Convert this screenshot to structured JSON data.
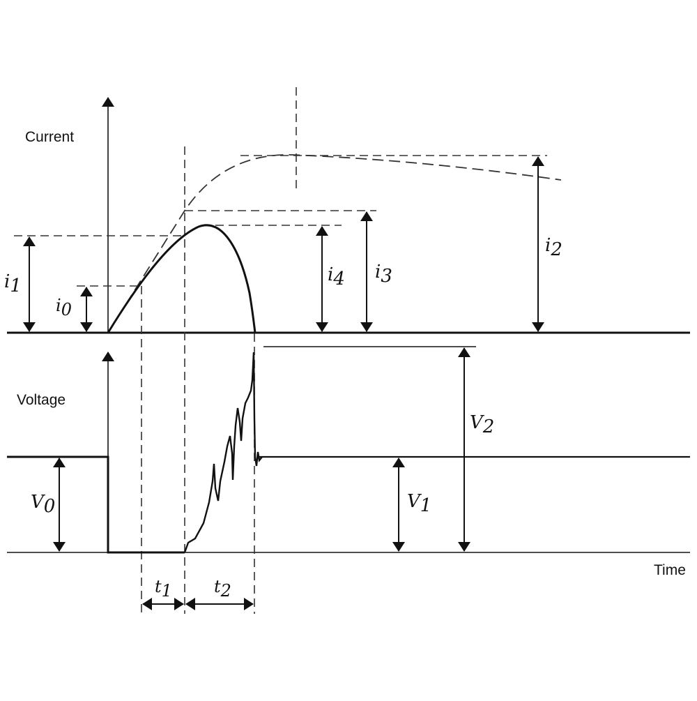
{
  "labels": {
    "current": "Current",
    "voltage": "Voltage",
    "time": "Time"
  },
  "symbols": {
    "i1": {
      "base": "i",
      "sub": "1"
    },
    "i0": {
      "base": "i",
      "sub": "0"
    },
    "i4": {
      "base": "i",
      "sub": "4"
    },
    "i3": {
      "base": "i",
      "sub": "3"
    },
    "i2": {
      "base": "i",
      "sub": "2"
    },
    "v0": {
      "base": "V",
      "sub": "0"
    },
    "v1": {
      "base": "V",
      "sub": "1"
    },
    "v2": {
      "base": "V",
      "sub": "2"
    },
    "t1": {
      "base": "t",
      "sub": "1"
    },
    "t2": {
      "base": "t",
      "sub": "2"
    }
  }
}
